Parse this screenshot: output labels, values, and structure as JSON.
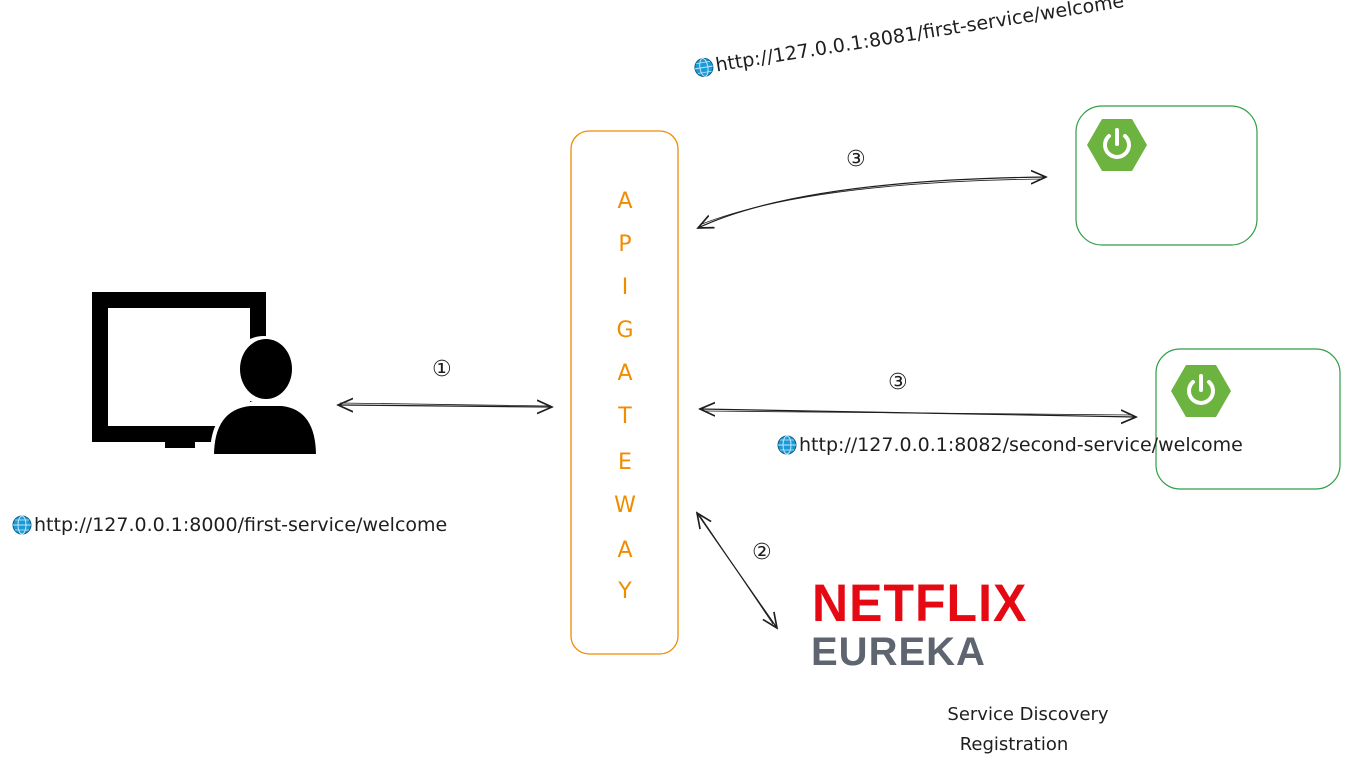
{
  "client": {
    "url": "http://127.0.0.1:8000/first-service/welcome",
    "icon": "computer-user-icon"
  },
  "gateway": {
    "letters": [
      "A",
      "P",
      "I",
      "G",
      "A",
      "T",
      "E",
      "W",
      "A",
      "Y"
    ],
    "color": "#f08c00"
  },
  "steps": {
    "client_gateway": "①",
    "gateway_eureka": "②",
    "gateway_first": "③",
    "gateway_second": "③"
  },
  "services": {
    "first": {
      "url": "http://127.0.0.1:8081/first-service/welcome",
      "icon": "spring-boot-icon"
    },
    "second": {
      "url": "http://127.0.0.1:8082/second-service/welcome",
      "icon": "spring-boot-icon"
    },
    "border_color": "#2f9e44"
  },
  "eureka": {
    "brand_top": "NETFLIX",
    "brand_bottom": "EUREKA",
    "caption_line1": "Service Discovery",
    "caption_line2": "Registration"
  },
  "colors": {
    "spring_green": "#6db33f",
    "netflix_red": "#e50914",
    "eureka_gray": "#5e6470",
    "globe_blue": "#1c9ad6"
  }
}
